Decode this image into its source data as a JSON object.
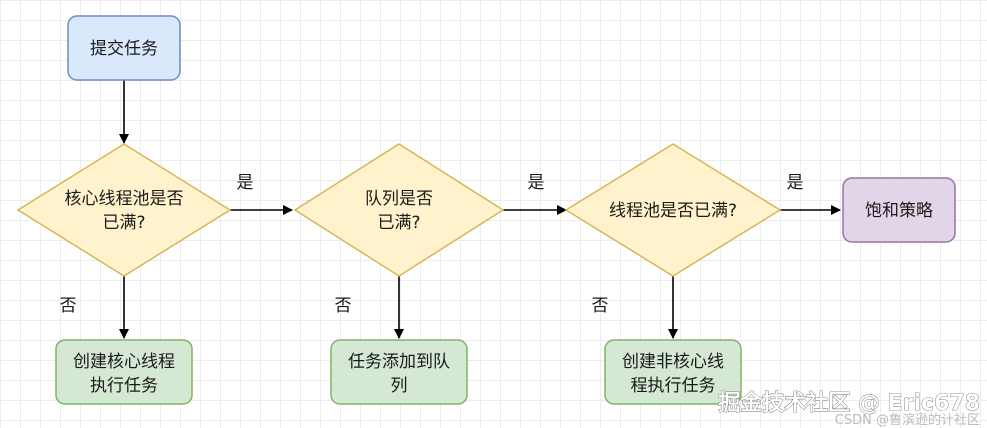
{
  "nodes": {
    "submit": {
      "label": "提交任务"
    },
    "core_full": {
      "lines": [
        "核心线程池是否",
        "已满?"
      ]
    },
    "queue_full": {
      "lines": [
        "队列是否",
        "已满?"
      ]
    },
    "pool_full": {
      "lines": [
        "线程池是否已满?"
      ]
    },
    "saturation": {
      "label": "饱和策略"
    },
    "create_core": {
      "lines": [
        "创建核心线程",
        "执行任务"
      ]
    },
    "add_queue": {
      "lines": [
        "任务添加到队",
        "列"
      ]
    },
    "create_noncore": {
      "lines": [
        "创建非核心线",
        "程执行任务"
      ]
    }
  },
  "edge_labels": {
    "yes1": "是",
    "yes2": "是",
    "yes3": "是",
    "no1": "否",
    "no2": "否",
    "no3": "否"
  },
  "watermark": {
    "main": "掘金技术社区 @ Eric678",
    "sub": "CSDN @鲁滨逊的计社区"
  },
  "colors": {
    "blue_fill": "#dae8fc",
    "blue_stroke": "#6c8ebf",
    "yellow_fill": "#fff2cc",
    "yellow_stroke": "#d6b656",
    "green_fill": "#d5e8d4",
    "green_stroke": "#82b366",
    "purple_fill": "#e1d5e7",
    "purple_stroke": "#9673a6"
  }
}
